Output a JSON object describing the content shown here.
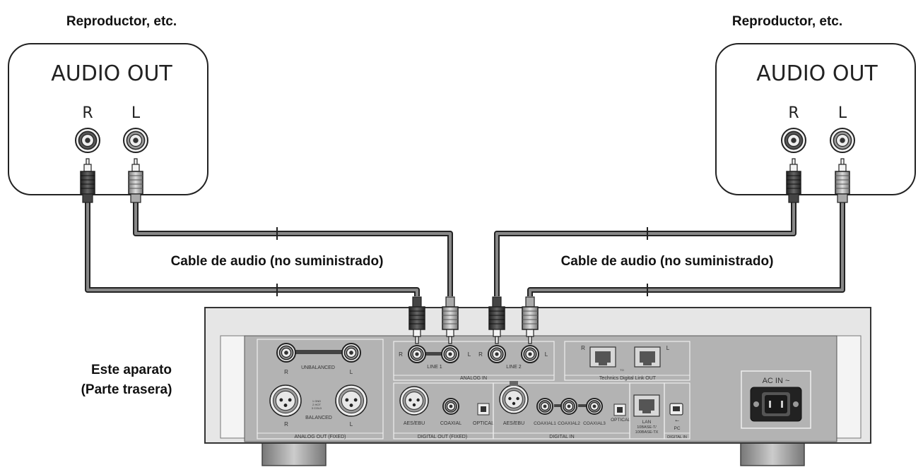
{
  "sources": [
    {
      "caption": "Reproductor, etc.",
      "panel_title": "AUDIO OUT",
      "jack_r": "R",
      "jack_l": "L"
    },
    {
      "caption": "Reproductor, etc.",
      "panel_title": "AUDIO OUT",
      "jack_r": "R",
      "jack_l": "L"
    }
  ],
  "cables": [
    {
      "label": "Cable de audio (no suministrado)"
    },
    {
      "label": "Cable de audio (no suministrado)"
    }
  ],
  "unit": {
    "label_line1": "Este aparato",
    "label_line2": "(Parte trasera)",
    "analog_out": {
      "section": "ANALOG OUT  (FIXED)",
      "unbalanced": "UNBALANCED",
      "balanced": "BALANCED",
      "r": "R",
      "l": "L",
      "pin_legend": [
        "1 GND",
        "2 HOT",
        "3 COLD"
      ]
    },
    "analog_in": {
      "section": "ANALOG   IN",
      "line1": "LINE 1",
      "line2": "LINE 2",
      "r": "R",
      "l": "L"
    },
    "digital_link": {
      "section": "Technics Digital Link OUT",
      "r": "R",
      "l": "L",
      "to_label": "TO"
    },
    "digital_out": {
      "section": "DIGITAL OUT  (FIXED)",
      "aes": "AES/EBU",
      "coaxial": "COAXIAL",
      "optical": "OPTICAL"
    },
    "digital_in": {
      "section": "DIGITAL IN",
      "aes": "AES/EBU",
      "coax1": "COAXIAL1",
      "coax2": "COAXIAL2",
      "coax3": "COAXIAL3",
      "optical": "OPTICAL"
    },
    "lan": {
      "line1": "LAN",
      "line2": "10BASE-T/",
      "line3": "100BASE-TX"
    },
    "pc": {
      "label": "PC",
      "section": "DIGITAL IN"
    },
    "ac_in": "AC IN ~"
  }
}
